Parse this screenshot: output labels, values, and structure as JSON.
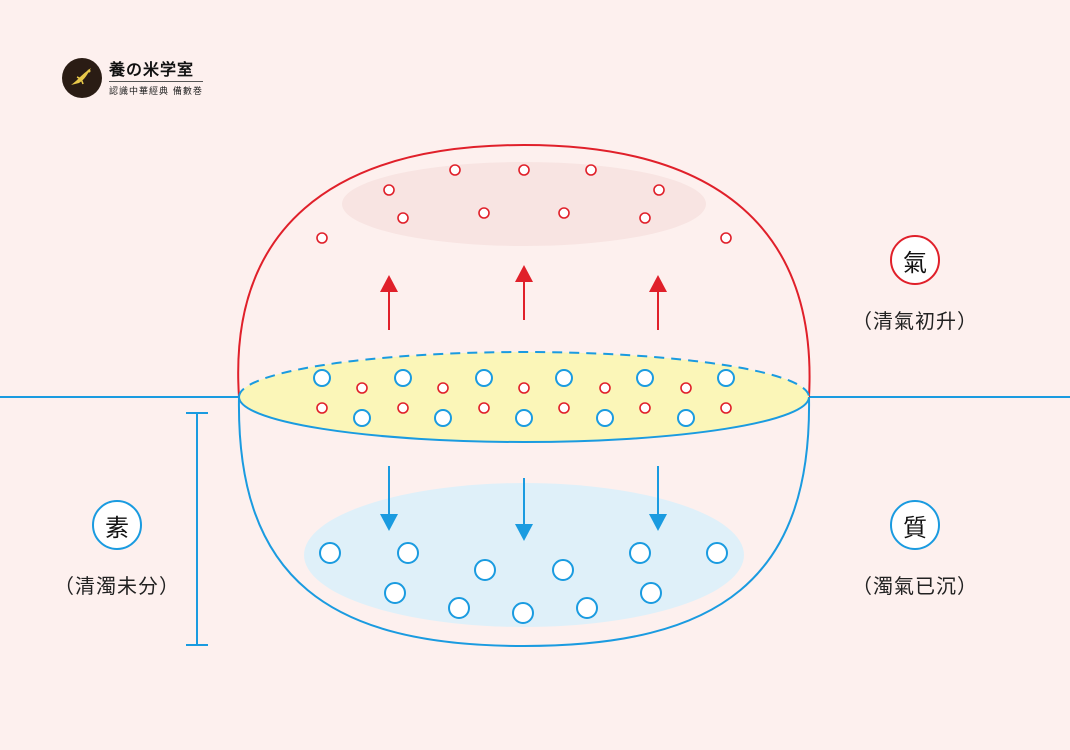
{
  "logo": {
    "title": "養の米学室",
    "subtitle": "認識中華經典 備數巻"
  },
  "labels": {
    "qi": {
      "char": "氣",
      "caption": "（清氣初升）",
      "color": "#e0202a"
    },
    "zhi": {
      "char": "質",
      "caption": "（濁氣已沉）",
      "color": "#1a9be0"
    },
    "su": {
      "char": "素",
      "caption": "（清濁未分）",
      "color": "#1a9be0"
    }
  },
  "colors": {
    "background": "#fdf0ee",
    "red": "#e0202a",
    "blue": "#1a9be0",
    "yellow_fill": "#fbf6b8",
    "pink_fill": "#f8e4e2",
    "lightblue_fill": "#dff0f9"
  }
}
